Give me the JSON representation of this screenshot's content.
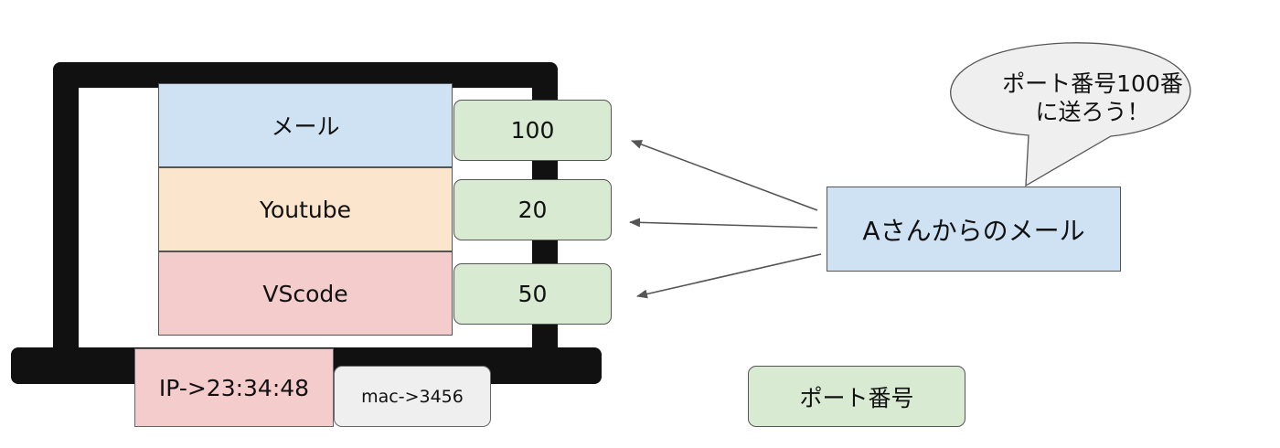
{
  "colors": {
    "mail_fill": "#cfe2f3",
    "youtube_fill": "#fce5cd",
    "vscode_fill": "#f4cccc",
    "port_fill": "#d9ead3",
    "ip_fill": "#f4cccc",
    "mac_fill": "#efefef",
    "message_fill": "#cfe2f3",
    "bubble_fill": "#efefef",
    "laptop": "#111111",
    "arrow": "#555555"
  },
  "apps": [
    {
      "name": "メール",
      "port": "100"
    },
    {
      "name": "Youtube",
      "port": "20"
    },
    {
      "name": "VScode",
      "port": "50"
    }
  ],
  "ip_label": "IP->23:34:48",
  "mac_label": "mac->3456",
  "message_label": "Aさんからのメール",
  "speech_bubble": {
    "line1": "ポート番号100番",
    "line2": "に送ろう！"
  },
  "legend_label": "ポート番号"
}
